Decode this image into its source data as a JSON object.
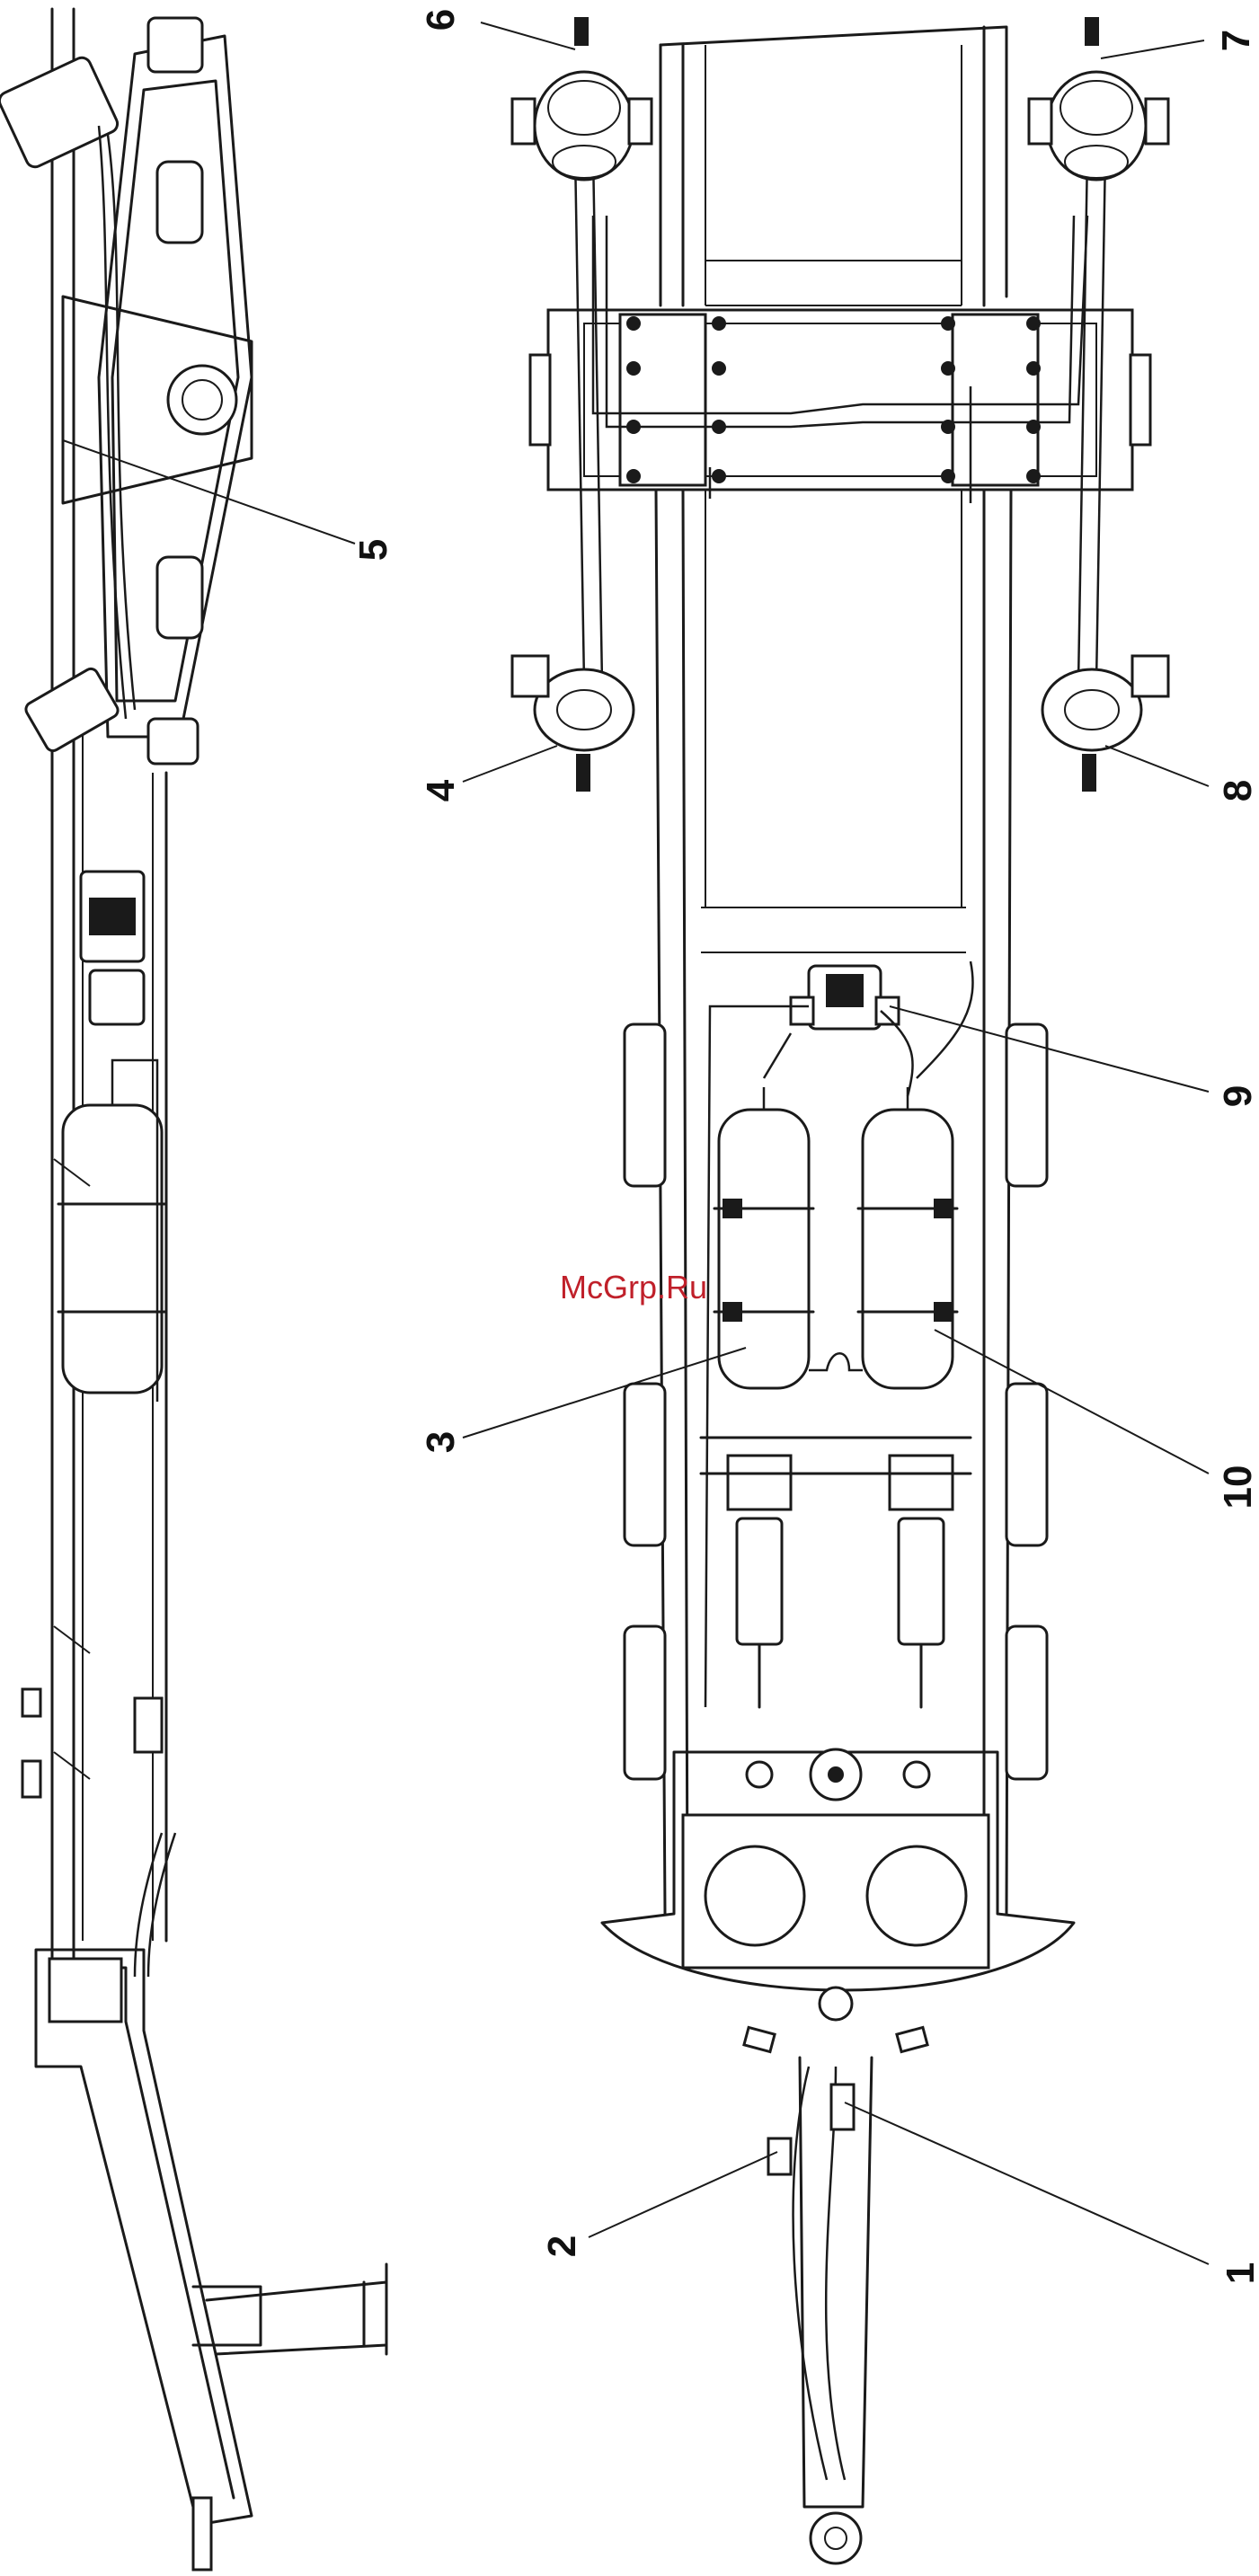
{
  "watermark": "McGrp.Ru",
  "callouts": [
    {
      "id": "1",
      "text": "1"
    },
    {
      "id": "2",
      "text": "2"
    },
    {
      "id": "3",
      "text": "3"
    },
    {
      "id": "4",
      "text": "4"
    },
    {
      "id": "5",
      "text": "5"
    },
    {
      "id": "6",
      "text": "6"
    },
    {
      "id": "7",
      "text": "7"
    },
    {
      "id": "8",
      "text": "8"
    },
    {
      "id": "9",
      "text": "9"
    },
    {
      "id": "10",
      "text": "10"
    }
  ]
}
